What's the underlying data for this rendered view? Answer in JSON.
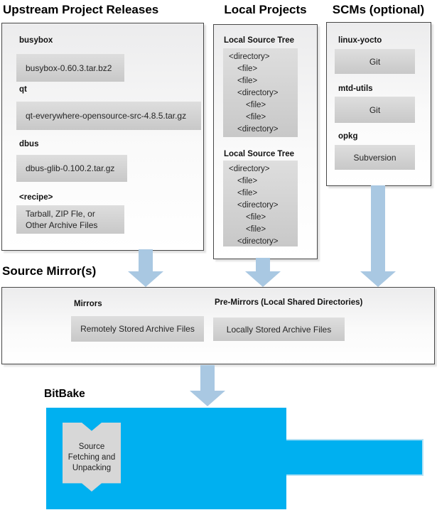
{
  "colors": {
    "arrow": "#a9c8e2",
    "bitbake_blue": "#00b0f0",
    "bitbake_arm_border": "#b5e2f5",
    "gray_top": "#dedede",
    "gray_bottom": "#c8c8c8"
  },
  "upstream": {
    "title": "Upstream Project Releases",
    "items": [
      {
        "label": "busybox",
        "value": "busybox-0.60.3.tar.bz2"
      },
      {
        "label": "qt",
        "value": "qt-everywhere-opensource-src-4.8.5.tar.gz"
      },
      {
        "label": "dbus",
        "value": "dbus-glib-0.100.2.tar.gz"
      },
      {
        "label": "<recipe>",
        "value": "Tarball, ZIP Fle, or\nOther Archive Files"
      }
    ]
  },
  "local_projects": {
    "title": "Local Projects",
    "trees": [
      {
        "label": "Local Source Tree",
        "entries": [
          {
            "text": "<directory>",
            "level": 0
          },
          {
            "text": "<file>",
            "level": 1
          },
          {
            "text": "<file>",
            "level": 1
          },
          {
            "text": "<directory>",
            "level": 1
          },
          {
            "text": "<file>",
            "level": 2
          },
          {
            "text": "<file>",
            "level": 2
          },
          {
            "text": "<directory>",
            "level": 1
          }
        ]
      },
      {
        "label": "Local Source Tree",
        "entries": [
          {
            "text": "<directory>",
            "level": 0
          },
          {
            "text": "<file>",
            "level": 1
          },
          {
            "text": "<file>",
            "level": 1
          },
          {
            "text": "<directory>",
            "level": 1
          },
          {
            "text": "<file>",
            "level": 2
          },
          {
            "text": "<file>",
            "level": 2
          },
          {
            "text": "<directory>",
            "level": 1
          }
        ]
      }
    ]
  },
  "scms": {
    "title": "SCMs (optional)",
    "items": [
      {
        "label": "linux-yocto",
        "value": "Git"
      },
      {
        "label": "mtd-utils",
        "value": "Git"
      },
      {
        "label": "opkg",
        "value": "Subversion"
      }
    ]
  },
  "source_mirrors": {
    "title": "Source Mirror(s)",
    "mirrors": {
      "label": "Mirrors",
      "value": "Remotely Stored Archive Files"
    },
    "pre_mirrors": {
      "label": "Pre-Mirrors (Local Shared Directories)",
      "value": "Locally Stored Archive Files"
    }
  },
  "bitbake": {
    "title": "BitBake",
    "process": "Source\nFetching and\nUnpacking"
  }
}
